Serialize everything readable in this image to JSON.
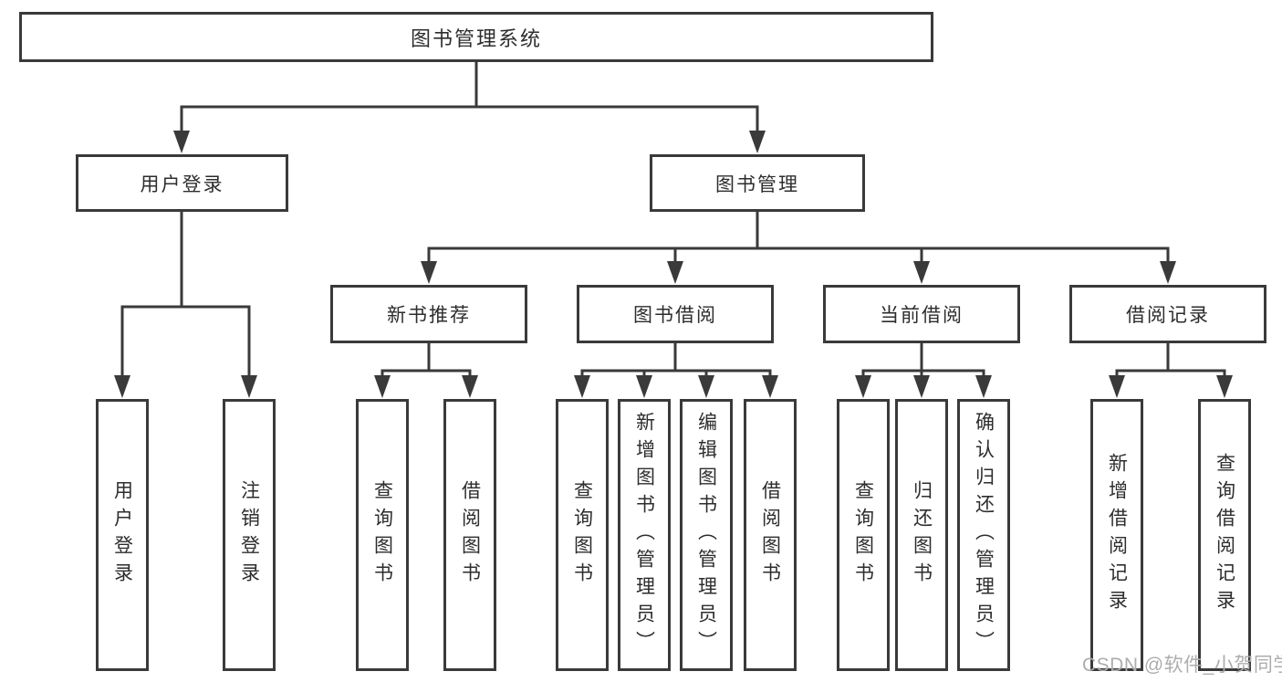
{
  "tree": {
    "root": {
      "label": "图书管理系统"
    },
    "children": [
      {
        "label": "用户登录",
        "children": [
          {
            "label": "用户登录"
          },
          {
            "label": "注销登录"
          }
        ]
      },
      {
        "label": "图书管理",
        "children": [
          {
            "label": "新书推荐",
            "children": [
              {
                "label": "查询图书"
              },
              {
                "label": "借阅图书"
              }
            ]
          },
          {
            "label": "图书借阅",
            "children": [
              {
                "label": "查询图书"
              },
              {
                "label": "新增图书（管理员）"
              },
              {
                "label": "编辑图书（管理员）"
              },
              {
                "label": "借阅图书"
              }
            ]
          },
          {
            "label": "当前借阅",
            "children": [
              {
                "label": "查询图书"
              },
              {
                "label": "归还图书"
              },
              {
                "label": "确认归还（管理员）"
              }
            ]
          },
          {
            "label": "借阅记录",
            "children": [
              {
                "label": "新增借阅记录"
              },
              {
                "label": "查询借阅记录"
              }
            ]
          }
        ]
      }
    ]
  },
  "watermark": {
    "text": "CSDN @软件_小贺同学"
  },
  "colors": {
    "line": "#3a3a3a",
    "text": "#2d2d2d",
    "background": "#ffffff",
    "watermark": "#adadad"
  }
}
